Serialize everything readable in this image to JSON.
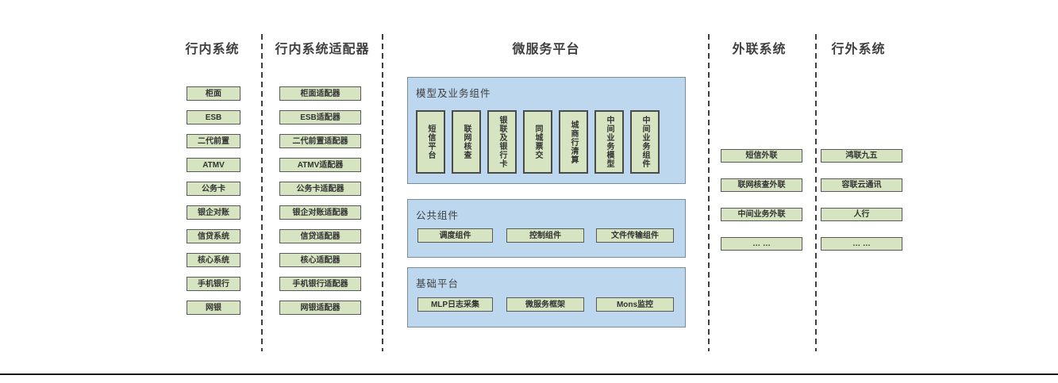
{
  "colors": {
    "box_fill": "#d6e4c1",
    "box_border": "#595959",
    "panel_fill": "#bdd7ee",
    "panel_border": "#7a8a99",
    "text": "#3f3f3f"
  },
  "columns": {
    "internal": {
      "title": "行内系统",
      "boxes": [
        "柜面",
        "ESB",
        "二代前置",
        "ATMV",
        "公务卡",
        "银企对账",
        "信贷系统",
        "核心系统",
        "手机银行",
        "网银"
      ]
    },
    "adapters": {
      "title": "行内系统适配器",
      "boxes": [
        "柜面适配器",
        "ESB适配器",
        "二代前置适配器",
        "ATMV适配器",
        "公务卡适配器",
        "银企对账适配器",
        "信贷适配器",
        "核心适配器",
        "手机银行适配器",
        "网银适配器"
      ]
    },
    "platform": {
      "title": "微服务平台",
      "groups": {
        "model": {
          "label": "模型及业务组件",
          "boxes": [
            "短信平台",
            "联网核查",
            "银联及银行卡",
            "同城票交",
            "城商行清算",
            "中间业务模型",
            "中间业务组件"
          ]
        },
        "common": {
          "label": "公共组件",
          "boxes": [
            "调度组件",
            "控制组件",
            "文件传输组件"
          ]
        },
        "base": {
          "label": "基础平台",
          "boxes": [
            "MLP日志采集",
            "微服务框架",
            "Mons监控"
          ]
        }
      }
    },
    "outreach": {
      "title": "外联系统",
      "boxes": [
        "短信外联",
        "联网核查外联",
        "中间业务外联",
        "… …"
      ]
    },
    "external": {
      "title": "行外系统",
      "boxes": [
        "鸿联九五",
        "容联云通讯",
        "人行",
        "… …"
      ]
    }
  }
}
